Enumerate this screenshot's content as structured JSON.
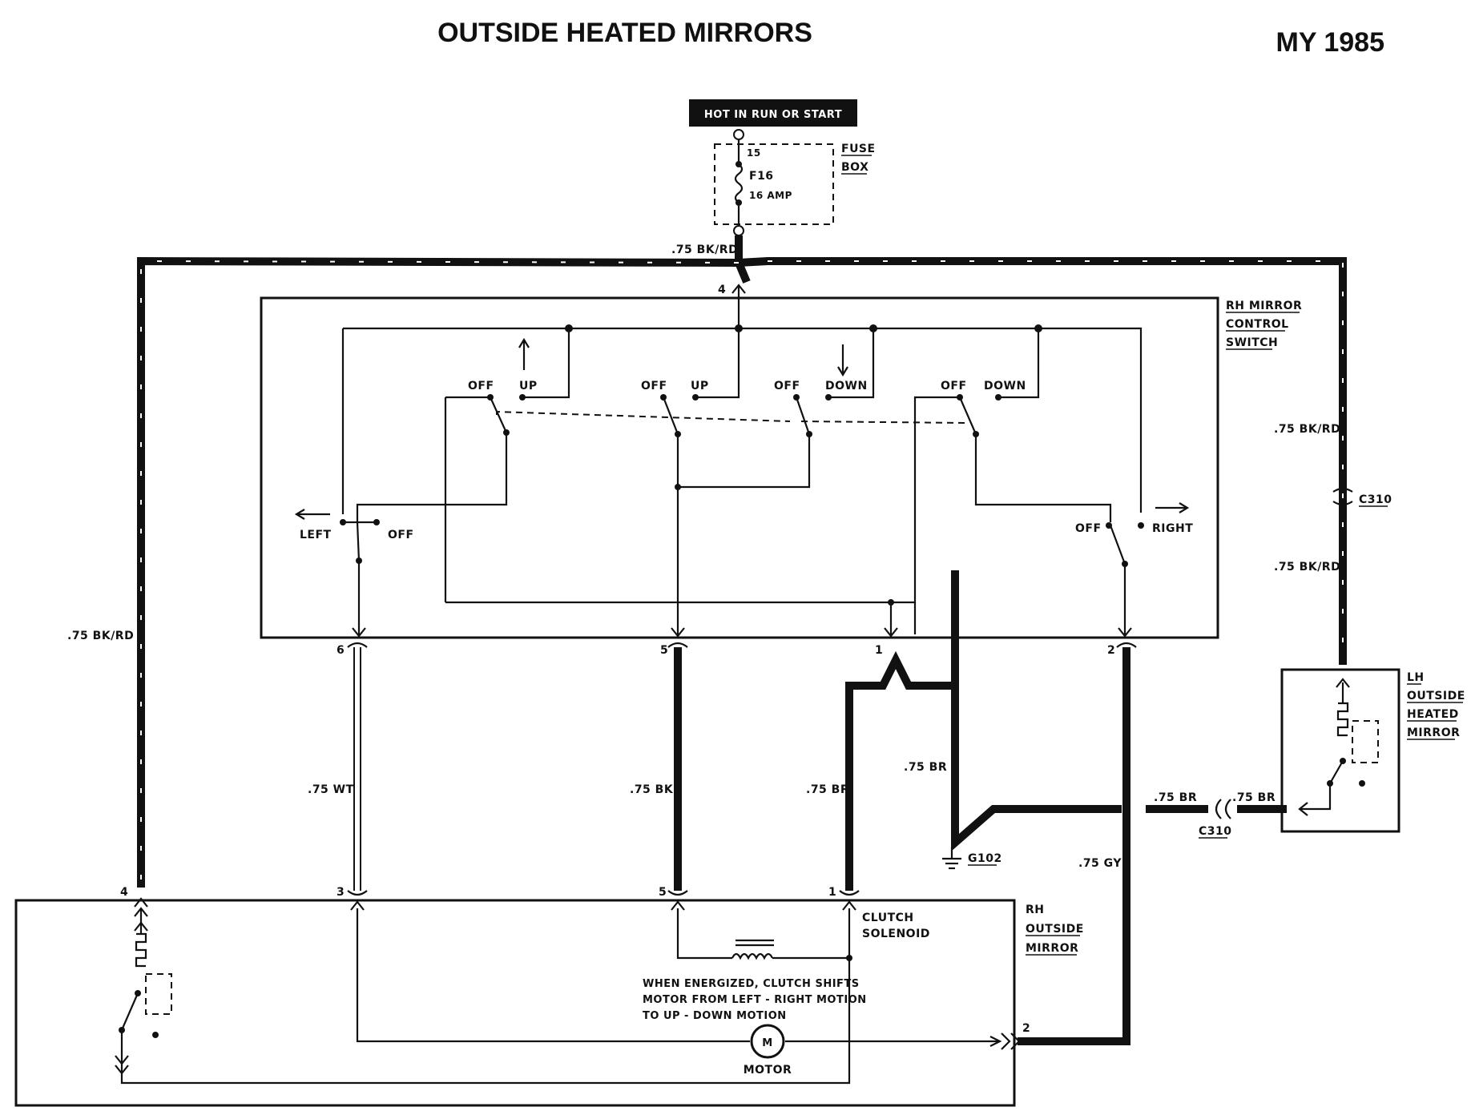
{
  "title": "OUTSIDE HEATED MIRRORS",
  "model_year": "MY 1985",
  "power_source": "HOT IN RUN OR START",
  "fuse_box": {
    "label_line1": "FUSE",
    "label_line2": "BOX",
    "terminal": "15",
    "fuse_id": "F16",
    "fuse_rating": "16 AMP"
  },
  "rh_switch": {
    "label_line1": "RH MIRROR",
    "label_line2": "CONTROL",
    "label_line3": "SWITCH",
    "left": "LEFT",
    "right": "RIGHT",
    "off": "OFF",
    "up": "UP",
    "down": "DOWN",
    "pins": {
      "p4": "4",
      "p6": "6",
      "p5": "5",
      "p1": "1",
      "p2": "2"
    }
  },
  "wires": {
    "bk_rd": ".75 BK/RD",
    "wt": ".75 WT",
    "bk": ".75 BK",
    "br": ".75 BR",
    "gy": ".75 GY"
  },
  "connectors": {
    "c310": "C310"
  },
  "ground": "G102",
  "lh_mirror": {
    "line1": "LH",
    "line2": "OUTSIDE",
    "line3": "HEATED",
    "line4": "MIRROR"
  },
  "rh_mirror": {
    "line1": "RH",
    "line2": "OUTSIDE",
    "line3": "MIRROR",
    "pins": {
      "p4": "4",
      "p3": "3",
      "p5": "5",
      "p1": "1",
      "p2": "2"
    },
    "clutch_line1": "CLUTCH",
    "clutch_line2": "SOLENOID",
    "note_line1": "WHEN ENERGIZED, CLUTCH SHIFTS",
    "note_line2": "MOTOR FROM LEFT - RIGHT MOTION",
    "note_line3": "TO UP - DOWN MOTION",
    "motor_symbol": "M",
    "motor_label": "MOTOR"
  }
}
